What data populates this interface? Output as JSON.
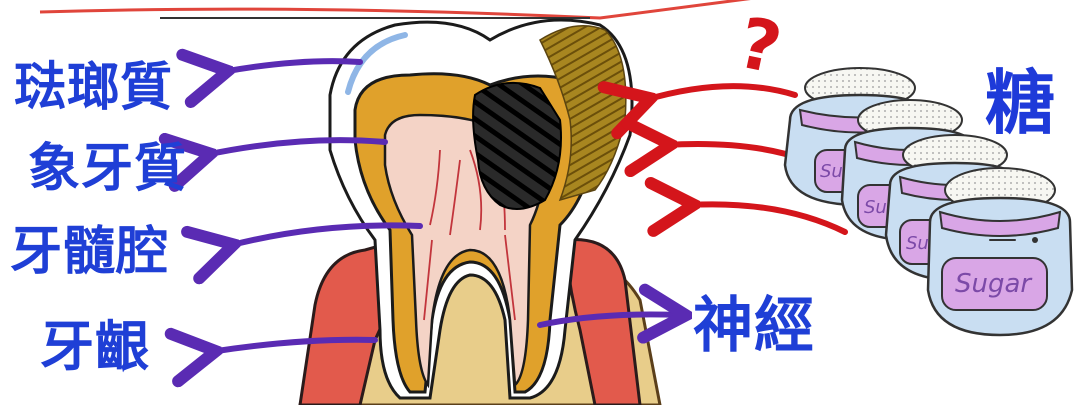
{
  "labels": {
    "enamel": "琺瑯質",
    "dentin": "象牙質",
    "pulp_cavity": "牙髓腔",
    "gum": "牙齦",
    "nerve": "神經",
    "sugar": "糖"
  },
  "symbols": {
    "question": "?"
  },
  "jars": {
    "text": "Sugar"
  },
  "colors": {
    "label_blue": "#1f3fd6",
    "arrow_purple": "#5a2bb3",
    "arrow_red": "#d4151b",
    "enamel_white": "#ffffff",
    "dentin_gold": "#e0a12b",
    "pulp_pink": "#f4d3c6",
    "gum_red": "#e25a4c",
    "bone_tan": "#e8cd8a",
    "decay_dark": "#1b1b1b",
    "decay_olive": "#8a6a14",
    "jar_blue": "#c9def2",
    "jar_label": "#d9a6e6"
  }
}
